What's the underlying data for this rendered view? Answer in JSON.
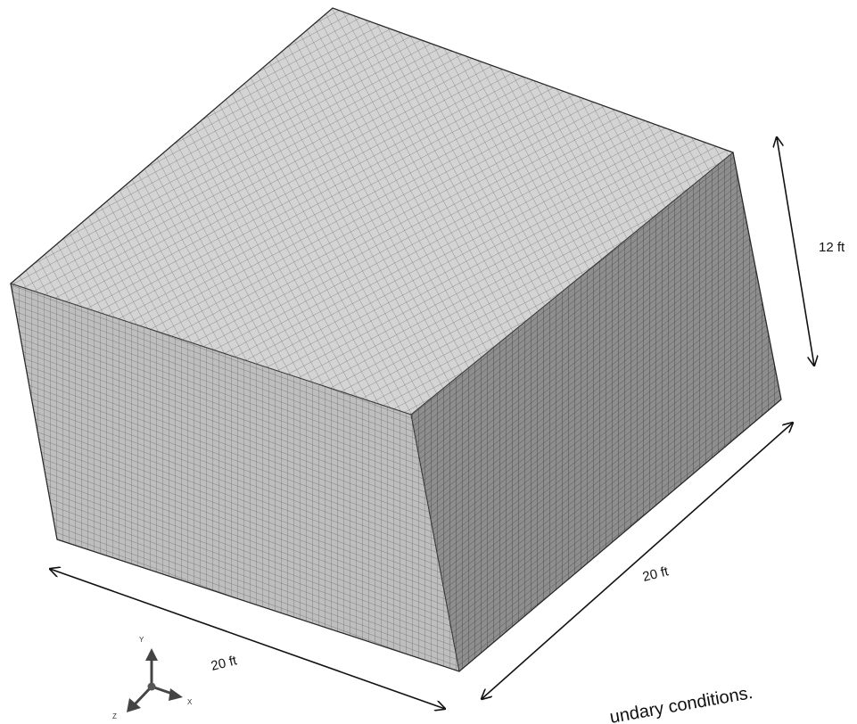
{
  "figure": {
    "dimensions": {
      "height_label": "12 ft",
      "depth_label": "20 ft",
      "width_label": "20 ft"
    },
    "triad": {
      "y_label": "Y",
      "x_label": "X",
      "z_label": "Z"
    },
    "caption_fragment": "undary conditions."
  },
  "colors": {
    "top_face": "#d4d4d4",
    "front_face": "#bebebe",
    "right_face": "#8e8e8e",
    "mesh_line": "#6a6a6a",
    "outline": "#3a3a3a",
    "arrow": "#111111"
  }
}
